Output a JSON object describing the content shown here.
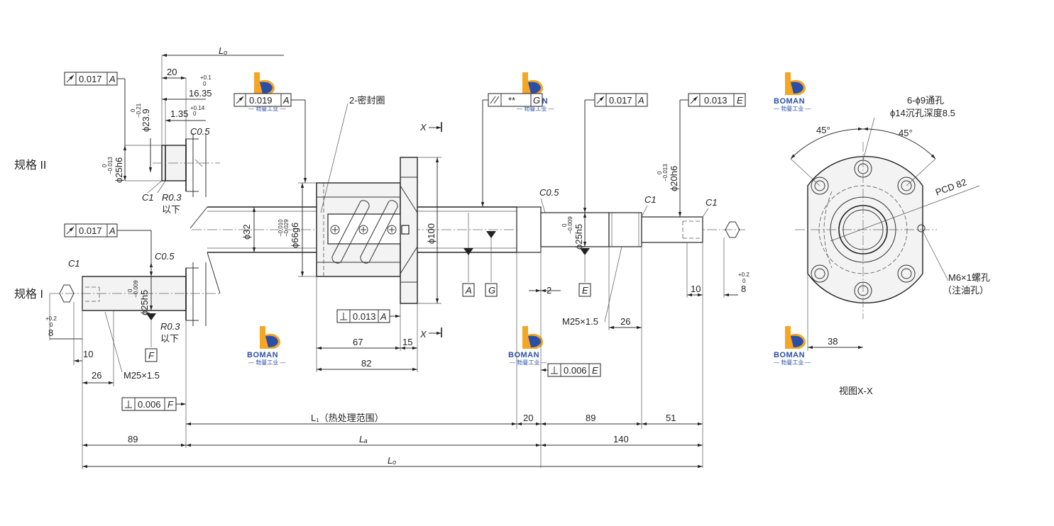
{
  "labels": {
    "spec2": "规格 II",
    "spec1": "规格 I",
    "seal": "2-密封圈",
    "view": "视图X-X",
    "holes": "6-ϕ9通孔",
    "counterbore": "ϕ14沉孔深度8.5",
    "pcd": "PCD 82",
    "oilhole": "M6×1螺孔",
    "oilhole_note": "（注油孔）",
    "heat": "L₁（热处理范围）",
    "la": "Lₐ",
    "lo": "Lₒ",
    "lo_top": "Lₒ",
    "below": "以下",
    "below2": "以下",
    "x_upper": "X",
    "x_lower": "X"
  },
  "tolerances": {
    "t1": "0.017",
    "t1_ref": "A",
    "t2": "0.019",
    "t2_ref": "A",
    "t3": "**",
    "t3_ref": "G",
    "t4": "0.017",
    "t4_ref": "A",
    "t5": "0.013",
    "t5_ref": "E",
    "t6": "0.017",
    "t6_ref": "A",
    "t7": "0.013",
    "t7_ref": "A",
    "t8": "0.006",
    "t8_ref": "E",
    "t9": "0.006",
    "t9_ref": "F"
  },
  "datums": {
    "A": "A",
    "G": "G",
    "E": "E",
    "F": "F"
  },
  "dims": {
    "d20": "20",
    "d16_35": "16.35",
    "d16_35_tol_up": "+0.1",
    "d16_35_tol_dn": "0",
    "d1_35": "1.35",
    "d1_35_tol_up": "+0.14",
    "d1_35_tol_dn": "0",
    "d23_9": "ϕ23.9",
    "d23_9_tol_up": "0",
    "d23_9_tol_dn": "−0.21",
    "d25h6": "ϕ25h6",
    "d25h6_tol_up": "0",
    "d25h6_tol_dn": "−0.013",
    "c05a": "C0.5",
    "c1a": "C1",
    "r03a": "R0.3",
    "c1b": "C1",
    "c05b": "C0.5",
    "r03b": "R0.3",
    "d25h5a": "ϕ25h5",
    "d25h5a_tol_up": "0",
    "d25h5a_tol_dn": "−0.009",
    "d8a": "8",
    "d8a_tol_up": "+0.2",
    "d8a_tol_dn": "0",
    "d10a": "10",
    "d26a": "26",
    "m25a": "M25×1.5",
    "d32": "ϕ32",
    "d66": "ϕ66g6",
    "d66_tol_up": "−0.010",
    "d66_tol_dn": "−0.029",
    "d100": "ϕ100",
    "d67": "67",
    "d15": "15",
    "d82": "82",
    "c05c": "C0.5",
    "d25h5b": "ϕ25h5",
    "d25h5b_tol_up": "0",
    "d25h5b_tol_dn": "−0.009",
    "c1c": "C1",
    "c1d": "C1",
    "d20h6": "ϕ20h6",
    "d20h6_tol_up": "0",
    "d20h6_tol_dn": "−0.013",
    "d2": "2",
    "d10b": "10",
    "d8b": "8",
    "d8b_tol_up": "+0.2",
    "d8b_tol_dn": "0",
    "m25b": "M25×1.5",
    "d26b": "26",
    "b20": "20",
    "b89a": "89",
    "b51": "51",
    "b89b": "89",
    "b140": "140",
    "ang1": "45°",
    "ang2": "45°",
    "d38": "38"
  },
  "logo": {
    "text": "BOMAN",
    "sub": "— 勃曼工业 —",
    "color": "#2b4fa8"
  }
}
